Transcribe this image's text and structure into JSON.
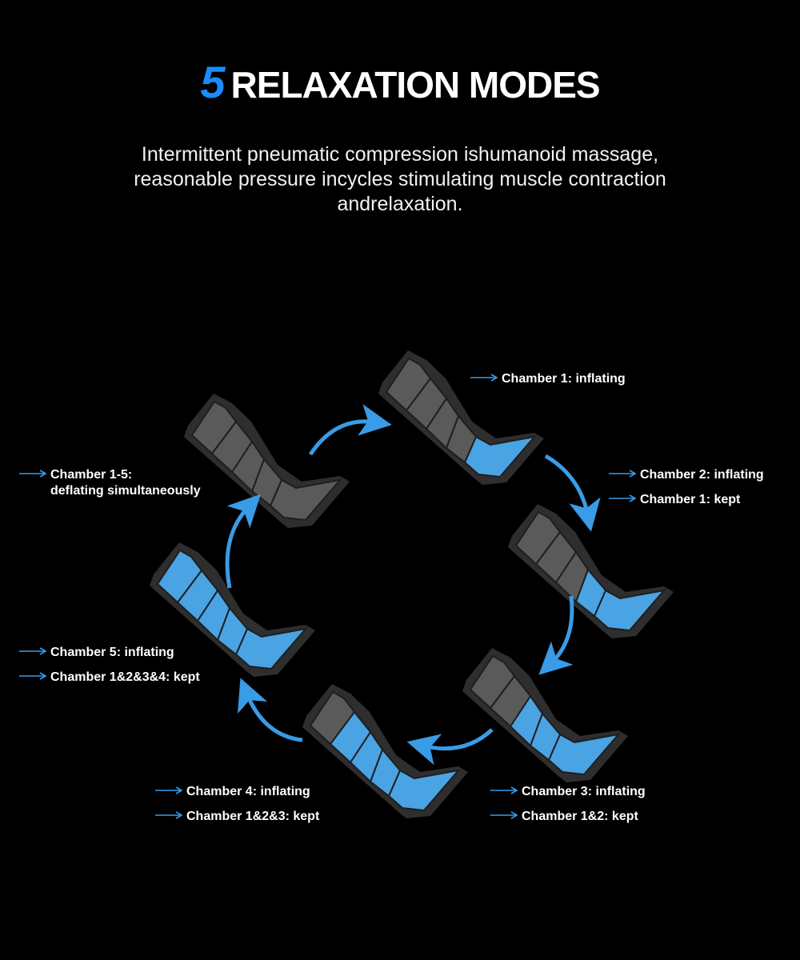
{
  "header": {
    "number": "5",
    "title": "RELAXATION MODES",
    "subtitle_lines": [
      "Intermittent pneumatic compression ishumanoid massage,",
      "reasonable pressure incycles stimulating muscle contraction",
      "andrelaxation."
    ]
  },
  "colors": {
    "accent": "#1a8cff",
    "chamber_blue": "#4aa3e3",
    "chamber_gray": "#5a5a5a",
    "boot_dark": "#2e2e2e",
    "arrow": "#3a9be6"
  },
  "modes": [
    {
      "inflated_chambers": 1,
      "labels": [
        "Chamber 1: inflating"
      ]
    },
    {
      "inflated_chambers": 2,
      "labels": [
        "Chamber 2: inflating",
        "Chamber 1: kept"
      ]
    },
    {
      "inflated_chambers": 3,
      "labels": [
        "Chamber 3: inflating",
        "Chamber 1&2: kept"
      ]
    },
    {
      "inflated_chambers": 4,
      "labels": [
        "Chamber 4: inflating",
        "Chamber 1&2&3: kept"
      ]
    },
    {
      "inflated_chambers": 5,
      "labels": [
        "Chamber 5: inflating",
        "Chamber 1&2&3&4: kept"
      ]
    },
    {
      "inflated_chambers": 0,
      "labels": [
        "Chamber 1-5:",
        "deflating simultaneously"
      ]
    }
  ]
}
